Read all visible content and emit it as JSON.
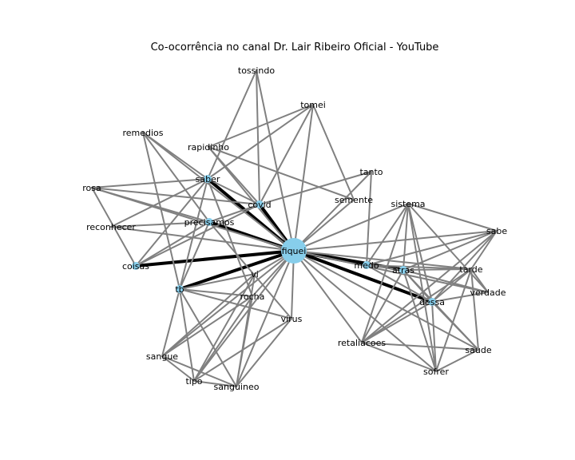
{
  "title": "Co-ocorrência no canal Dr. Lair Ribeiro Oficial - YouTube",
  "colors": {
    "edge": "#808080",
    "strong_edge": "#000000",
    "node": "#87ceeb",
    "background": "#ffffff"
  },
  "nodes": [
    {
      "id": "fiquei",
      "label": "fiquei",
      "hub": true,
      "marker": true
    },
    {
      "id": "tossindo",
      "label": "tossindo",
      "marker": false
    },
    {
      "id": "tomei",
      "label": "tomei",
      "marker": false
    },
    {
      "id": "remedios",
      "label": "remedios",
      "marker": false
    },
    {
      "id": "rapidinho",
      "label": "rapidinho",
      "marker": false
    },
    {
      "id": "saber",
      "label": "saber",
      "marker": true
    },
    {
      "id": "tanto",
      "label": "tanto",
      "marker": false
    },
    {
      "id": "rosa",
      "label": "rosa",
      "marker": false
    },
    {
      "id": "covid",
      "label": "covid",
      "marker": true
    },
    {
      "id": "semente",
      "label": "semente",
      "marker": false
    },
    {
      "id": "sistema",
      "label": "sistema",
      "marker": false
    },
    {
      "id": "precisamos",
      "label": "precisamos",
      "marker": true
    },
    {
      "id": "reconhecer",
      "label": "reconhecer",
      "marker": false
    },
    {
      "id": "sabe",
      "label": "sabe",
      "marker": false
    },
    {
      "id": "coisas",
      "label": "coisas",
      "marker": true
    },
    {
      "id": "medo",
      "label": "medo",
      "marker": true
    },
    {
      "id": "atras",
      "label": "atras",
      "marker": true
    },
    {
      "id": "tarde",
      "label": "tarde",
      "marker": false
    },
    {
      "id": "tb",
      "label": "tb",
      "marker": true
    },
    {
      "id": "vi",
      "label": "vi",
      "marker": false
    },
    {
      "id": "verdade",
      "label": "verdade",
      "marker": false
    },
    {
      "id": "rocha",
      "label": "rocha",
      "marker": false
    },
    {
      "id": "dessa",
      "label": "dessa",
      "marker": true
    },
    {
      "id": "virus",
      "label": "virus",
      "marker": false
    },
    {
      "id": "retaliacoes",
      "label": "retaliacoes",
      "marker": false
    },
    {
      "id": "saude",
      "label": "saude",
      "marker": false
    },
    {
      "id": "sangue",
      "label": "sangue",
      "marker": false
    },
    {
      "id": "sofrer",
      "label": "sofrer",
      "marker": false
    },
    {
      "id": "tipo",
      "label": "tipo",
      "marker": false
    },
    {
      "id": "sanguineo",
      "label": "sanguineo",
      "marker": false
    }
  ],
  "edges": [
    [
      "fiquei",
      "coisas",
      1
    ],
    [
      "fiquei",
      "tb",
      1
    ],
    [
      "fiquei",
      "saber",
      1
    ],
    [
      "fiquei",
      "covid",
      1
    ],
    [
      "fiquei",
      "dessa",
      1
    ],
    [
      "fiquei",
      "atras",
      1
    ],
    [
      "fiquei",
      "medo",
      1
    ],
    [
      "fiquei",
      "precisamos",
      1
    ],
    [
      "fiquei",
      "tossindo",
      0
    ],
    [
      "fiquei",
      "tomei",
      0
    ],
    [
      "fiquei",
      "remedios",
      0
    ],
    [
      "fiquei",
      "rapidinho",
      0
    ],
    [
      "fiquei",
      "tanto",
      0
    ],
    [
      "fiquei",
      "rosa",
      0
    ],
    [
      "fiquei",
      "semente",
      0
    ],
    [
      "fiquei",
      "sistema",
      0
    ],
    [
      "fiquei",
      "reconhecer",
      0
    ],
    [
      "fiquei",
      "sabe",
      0
    ],
    [
      "fiquei",
      "tarde",
      0
    ],
    [
      "fiquei",
      "vi",
      0
    ],
    [
      "fiquei",
      "verdade",
      0
    ],
    [
      "fiquei",
      "rocha",
      0
    ],
    [
      "fiquei",
      "virus",
      0
    ],
    [
      "fiquei",
      "retaliacoes",
      0
    ],
    [
      "fiquei",
      "saude",
      0
    ],
    [
      "fiquei",
      "sangue",
      0
    ],
    [
      "fiquei",
      "sofrer",
      0
    ],
    [
      "fiquei",
      "tipo",
      0
    ],
    [
      "fiquei",
      "sanguineo",
      0
    ],
    [
      "tossindo",
      "covid",
      0
    ],
    [
      "tossindo",
      "saber",
      0
    ],
    [
      "tomei",
      "saber",
      0
    ],
    [
      "tomei",
      "covid",
      0
    ],
    [
      "tomei",
      "semente",
      0
    ],
    [
      "tomei",
      "rapidinho",
      0
    ],
    [
      "remedios",
      "saber",
      0
    ],
    [
      "remedios",
      "precisamos",
      0
    ],
    [
      "remedios",
      "tb",
      0
    ],
    [
      "rapidinho",
      "covid",
      0
    ],
    [
      "rapidinho",
      "semente",
      0
    ],
    [
      "tanto",
      "covid",
      0
    ],
    [
      "tanto",
      "medo",
      0
    ],
    [
      "rosa",
      "saber",
      0
    ],
    [
      "rosa",
      "precisamos",
      0
    ],
    [
      "rosa",
      "coisas",
      0
    ],
    [
      "rosa",
      "covid",
      0
    ],
    [
      "saber",
      "coisas",
      0
    ],
    [
      "saber",
      "tb",
      0
    ],
    [
      "saber",
      "reconhecer",
      0
    ],
    [
      "saber",
      "covid",
      0
    ],
    [
      "saber",
      "rocha",
      0
    ],
    [
      "precisamos",
      "coisas",
      0
    ],
    [
      "precisamos",
      "tb",
      0
    ],
    [
      "precisamos",
      "reconhecer",
      0
    ],
    [
      "precisamos",
      "covid",
      0
    ],
    [
      "precisamos",
      "virus",
      0
    ],
    [
      "coisas",
      "covid",
      0
    ],
    [
      "tb",
      "sangue",
      0
    ],
    [
      "tb",
      "tipo",
      0
    ],
    [
      "tb",
      "sanguineo",
      0
    ],
    [
      "tb",
      "vi",
      0
    ],
    [
      "tb",
      "virus",
      0
    ],
    [
      "tb",
      "rocha",
      0
    ],
    [
      "vi",
      "sangue",
      0
    ],
    [
      "vi",
      "tipo",
      0
    ],
    [
      "vi",
      "sanguineo",
      0
    ],
    [
      "rocha",
      "sangue",
      0
    ],
    [
      "rocha",
      "tipo",
      0
    ],
    [
      "rocha",
      "sanguineo",
      0
    ],
    [
      "virus",
      "tipo",
      0
    ],
    [
      "virus",
      "sanguineo",
      0
    ],
    [
      "sangue",
      "tipo",
      0
    ],
    [
      "sangue",
      "sanguineo",
      0
    ],
    [
      "tipo",
      "sanguineo",
      0
    ],
    [
      "sistema",
      "medo",
      0
    ],
    [
      "sistema",
      "atras",
      0
    ],
    [
      "sistema",
      "dessa",
      0
    ],
    [
      "sistema",
      "sofrer",
      0
    ],
    [
      "sistema",
      "retaliacoes",
      0
    ],
    [
      "sistema",
      "verdade",
      0
    ],
    [
      "sistema",
      "sabe",
      0
    ],
    [
      "sabe",
      "medo",
      0
    ],
    [
      "sabe",
      "atras",
      0
    ],
    [
      "sabe",
      "tarde",
      0
    ],
    [
      "sabe",
      "dessa",
      0
    ],
    [
      "sabe",
      "retaliacoes",
      0
    ],
    [
      "medo",
      "atras",
      0
    ],
    [
      "medo",
      "tarde",
      0
    ],
    [
      "medo",
      "dessa",
      0
    ],
    [
      "atras",
      "tarde",
      0
    ],
    [
      "atras",
      "dessa",
      0
    ],
    [
      "atras",
      "verdade",
      0
    ],
    [
      "atras",
      "saude",
      0
    ],
    [
      "atras",
      "sofrer",
      0
    ],
    [
      "atras",
      "retaliacoes",
      0
    ],
    [
      "tarde",
      "dessa",
      0
    ],
    [
      "tarde",
      "verdade",
      0
    ],
    [
      "tarde",
      "saude",
      0
    ],
    [
      "tarde",
      "sofrer",
      0
    ],
    [
      "tarde",
      "retaliacoes",
      0
    ],
    [
      "dessa",
      "verdade",
      0
    ],
    [
      "dessa",
      "saude",
      0
    ],
    [
      "dessa",
      "sofrer",
      0
    ],
    [
      "dessa",
      "retaliacoes",
      0
    ],
    [
      "retaliacoes",
      "saude",
      0
    ],
    [
      "retaliacoes",
      "sofrer",
      0
    ],
    [
      "saude",
      "sofrer",
      0
    ]
  ]
}
